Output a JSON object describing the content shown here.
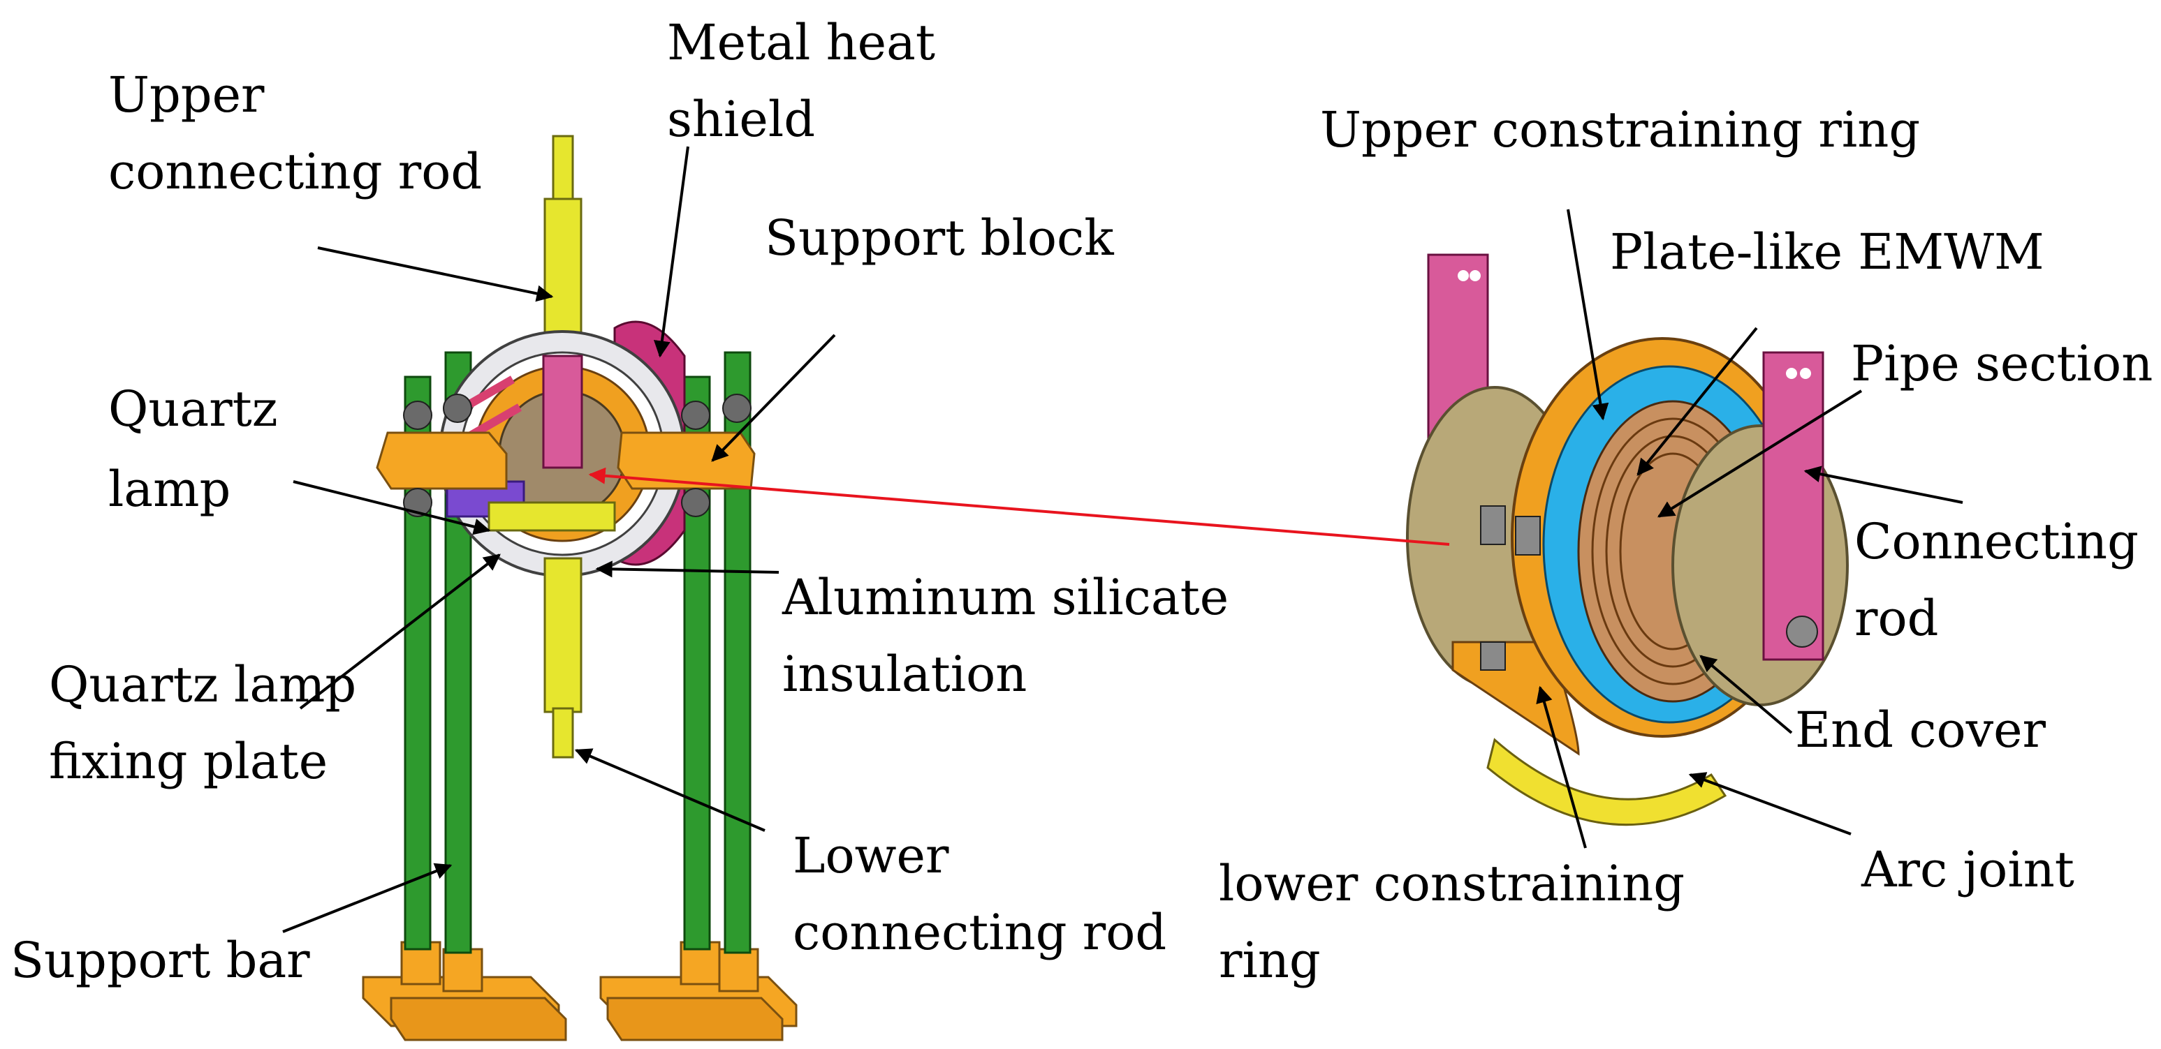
{
  "labels": {
    "upper_connecting_rod": [
      "Upper",
      "connecting rod"
    ],
    "metal_heat_shield": [
      "Metal heat",
      "shield"
    ],
    "support_block": [
      "Support block"
    ],
    "quartz_lamp": [
      "Quartz",
      "lamp"
    ],
    "quartz_lamp_fixing_plate": [
      "Quartz lamp",
      "fixing plate"
    ],
    "aluminum_silicate_insulation": [
      "Aluminum silicate",
      "insulation"
    ],
    "lower_connecting_rod": [
      "Lower",
      "connecting rod"
    ],
    "support_bar": [
      "Support bar"
    ],
    "upper_constraining_ring": [
      "Upper constraining ring"
    ],
    "plate_like_emwm": [
      "Plate-like EMWM"
    ],
    "pipe_section": [
      "Pipe section"
    ],
    "connecting_rod": [
      "Connecting",
      "rod"
    ],
    "end_cover": [
      "End cover"
    ],
    "arc_joint": [
      "Arc joint"
    ],
    "lower_constraining_ring": [
      "lower constraining",
      "ring"
    ]
  },
  "colors": {
    "rod_yellow": "#e6e62e",
    "bar_green": "#2e9a2e",
    "base_orange": "#f5a623",
    "shield_magenta": "#c8327a",
    "ring_orange": "#f0a020",
    "emwm_cyan": "#2ab0e8",
    "end_cover_tan": "#b8a878",
    "connecting_rod_pink": "#d85a9a",
    "quartz_purple": "#7a4ad0",
    "pointer_red": "#e8141e"
  }
}
